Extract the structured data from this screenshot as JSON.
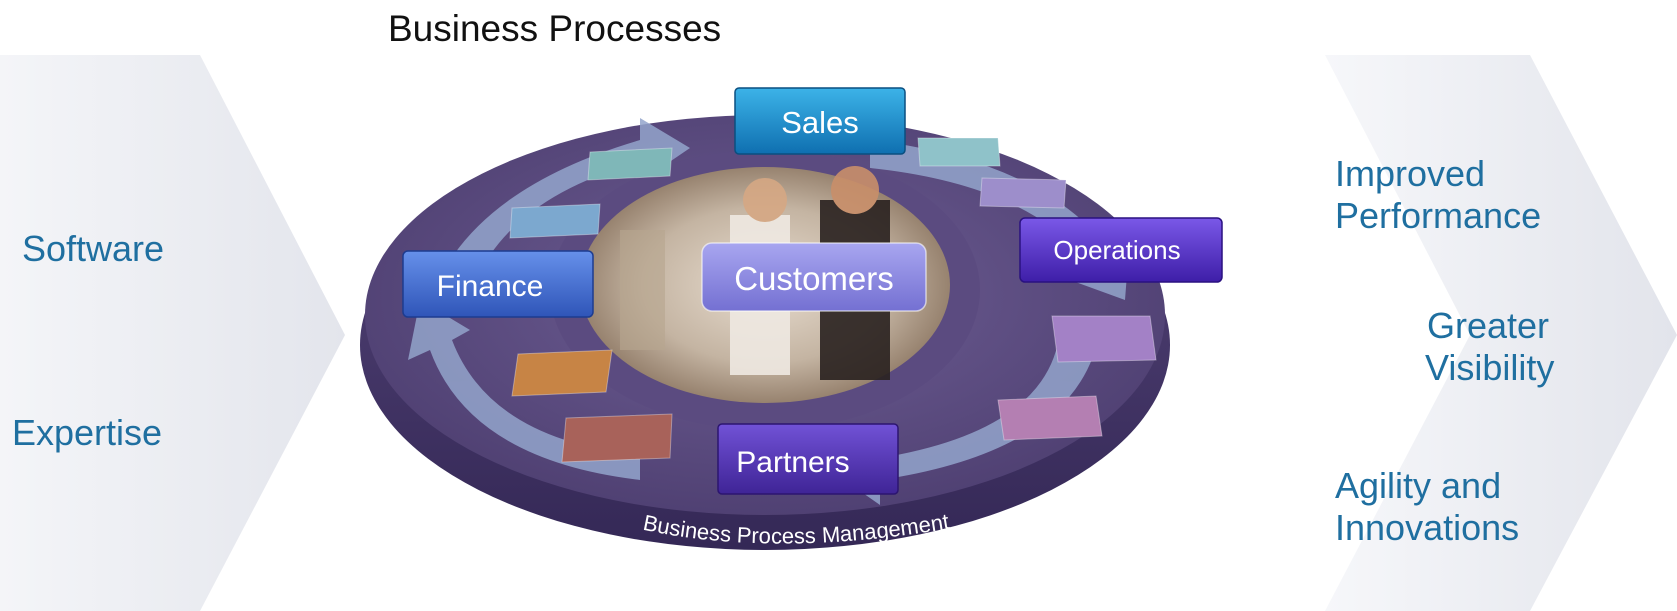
{
  "title": "Business Processes",
  "left_inputs": [
    "Software",
    "Expertise"
  ],
  "right_outcomes": [
    {
      "line1": "Improved",
      "line2": "Performance"
    },
    {
      "line1": "Greater",
      "line2": "Visibility"
    },
    {
      "line1": "Agility and",
      "line2": "Innovations"
    }
  ],
  "center": "Customers",
  "process_boxes": {
    "sales": "Sales",
    "finance": "Finance",
    "operations": "Operations",
    "partners": "Partners"
  },
  "ring_label": "Business Process Management",
  "colors": {
    "text_blue": "#1f6fa0",
    "ring": "#5a4a7c",
    "ring_dark": "#3e3160",
    "arrow": "#8f9fc4",
    "sales_box": "#1a8fc8",
    "finance_box": "#3f6fd0",
    "operations_box": "#5a35c8",
    "partners_box": "#5a38b8",
    "customers_box": "#8e8ae0"
  }
}
